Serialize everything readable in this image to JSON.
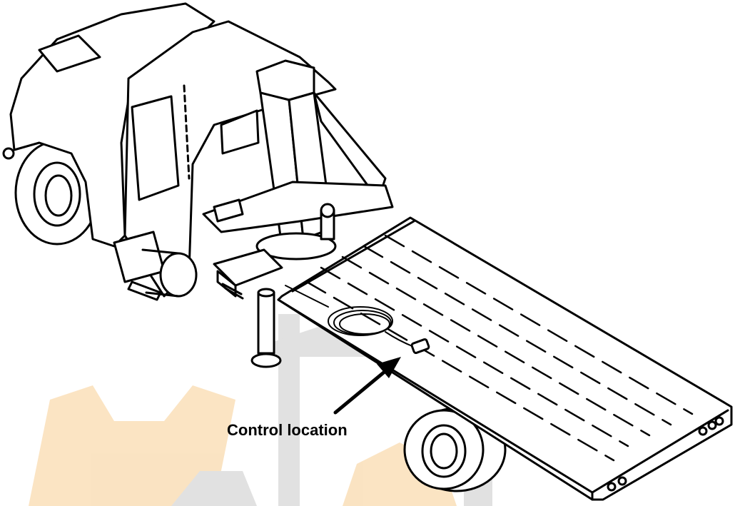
{
  "diagram": {
    "subject": "Rollback tow truck with tilted flatbed deck",
    "callout": {
      "label": "Control location"
    },
    "parts": [
      "truck-cab",
      "front-wheel",
      "rear-wheel",
      "lifting-arm",
      "hydraulic-cylinder",
      "flatbed-deck",
      "coiled-control-cable",
      "control-pendant",
      "stabilizer-jack"
    ],
    "colors": {
      "ink": "#000000",
      "background": "#ffffff",
      "watermark_orange": "#f6c37a",
      "watermark_gray": "#bdbdbd"
    }
  }
}
